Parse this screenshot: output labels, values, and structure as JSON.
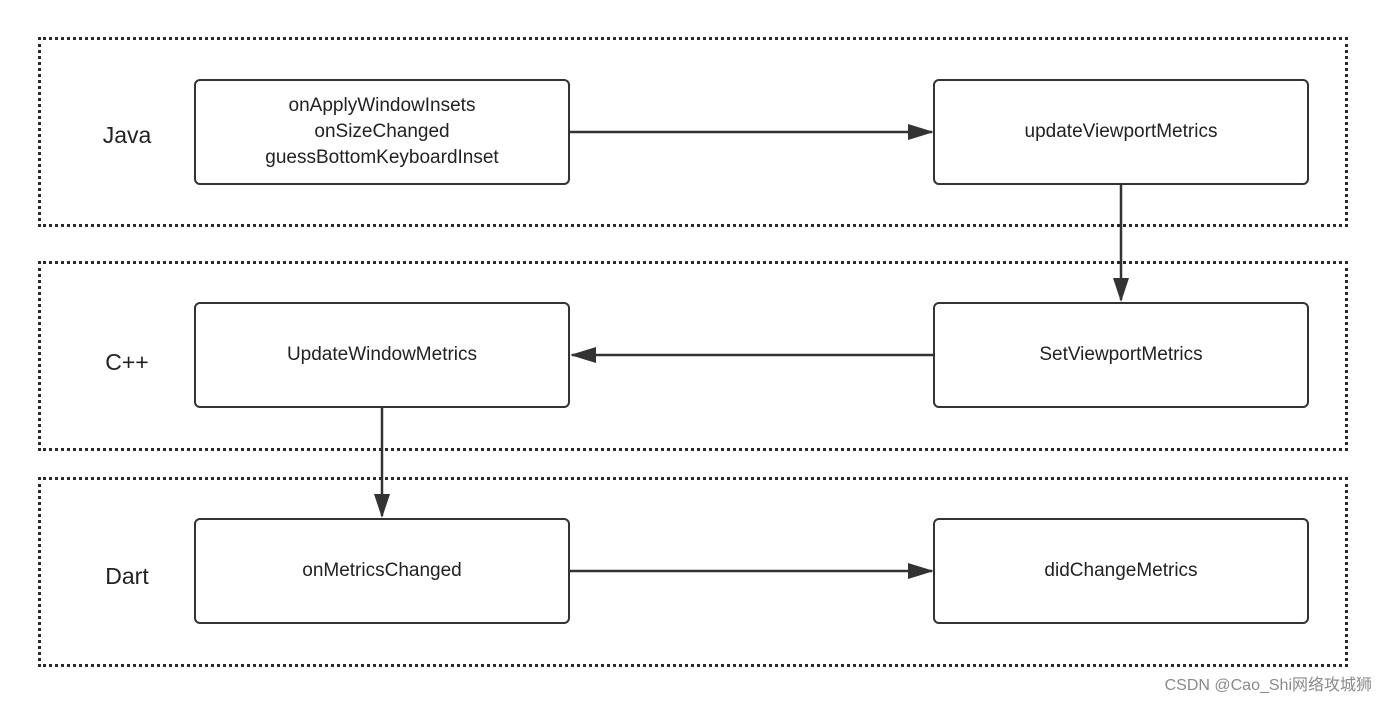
{
  "layers": [
    {
      "label": "Java"
    },
    {
      "label": "C++"
    },
    {
      "label": "Dart"
    }
  ],
  "nodes": {
    "java_left": [
      "onApplyWindowInsets",
      "onSizeChanged",
      "guessBottomKeyboardInset"
    ],
    "java_right": "updateViewportMetrics",
    "cpp_left": "UpdateWindowMetrics",
    "cpp_right": "SetViewportMetrics",
    "dart_left": "onMetricsChanged",
    "dart_right": "didChangeMetrics"
  },
  "watermark": "CSDN @Cao_Shi网络攻城狮",
  "colors": {
    "line": "#333333",
    "border": "#2a2a2a",
    "watermark": "#8a8a8a"
  }
}
